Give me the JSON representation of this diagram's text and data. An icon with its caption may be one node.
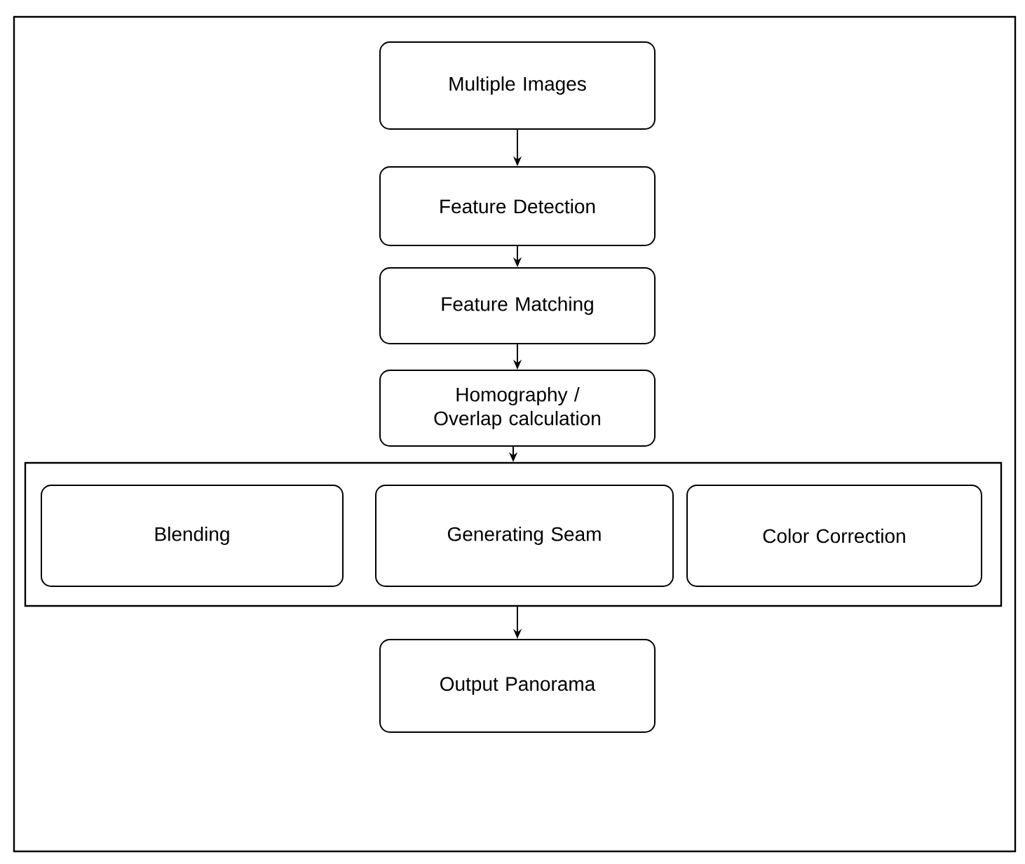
{
  "diagram": {
    "nodes": [
      {
        "text": [
          "Multiple Images"
        ]
      },
      {
        "text": [
          "Feature Detection"
        ]
      },
      {
        "text": [
          "Feature Matching"
        ]
      },
      {
        "text": [
          "Homography / Overlap calculation"
        ]
      },
      {
        "text": [],
        "shape": "box"
      },
      {
        "text": [
          "Blending"
        ],
        "in": 4
      },
      {
        "text": [
          "Generating Seam"
        ],
        "in": 4
      },
      {
        "text": [
          "Color Correction"
        ],
        "in": 4
      },
      {
        "text": [
          "Output Panorama"
        ]
      }
    ],
    "edges": [
      {
        "from": 0,
        "to": 1,
        "arrow": "to"
      },
      {
        "from": 1,
        "to": 2,
        "arrow": "to"
      },
      {
        "from": 2,
        "to": 3,
        "arrow": "to"
      },
      {
        "from": 3,
        "to": 4,
        "arrow": "to"
      },
      {
        "from": 4,
        "to": 8,
        "arrow": "to"
      }
    ]
  }
}
